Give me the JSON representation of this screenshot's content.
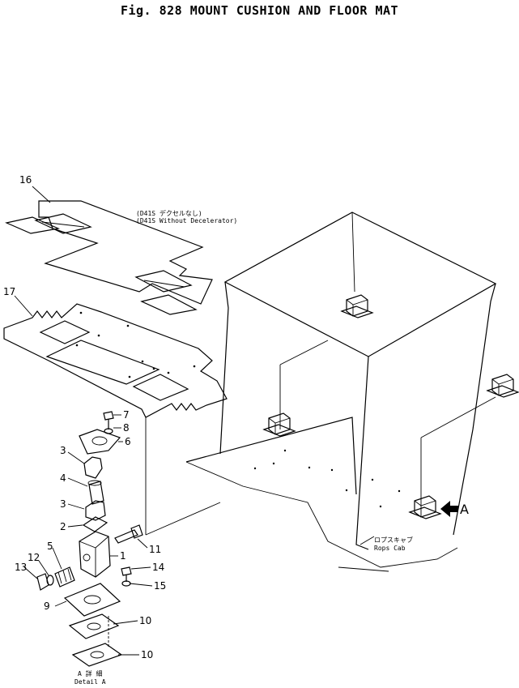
{
  "title": "Fig. 828   MOUNT CUSHION AND FLOOR MAT",
  "notes": {
    "mat_jp": "(D41S デクセルなし)",
    "mat_en": "(D41S Without Decelerator)",
    "cab_jp": "ロプスキャブ",
    "cab_en": "Rops Cab",
    "detail_jp": "A 詳 細",
    "detail_en": "Detail A",
    "arrow_label": "A"
  },
  "callouts": [
    "16",
    "17",
    "7",
    "8",
    "6",
    "3",
    "4",
    "3",
    "2",
    "5",
    "12",
    "13",
    "1",
    "11",
    "14",
    "15",
    "9",
    "10",
    "10"
  ]
}
